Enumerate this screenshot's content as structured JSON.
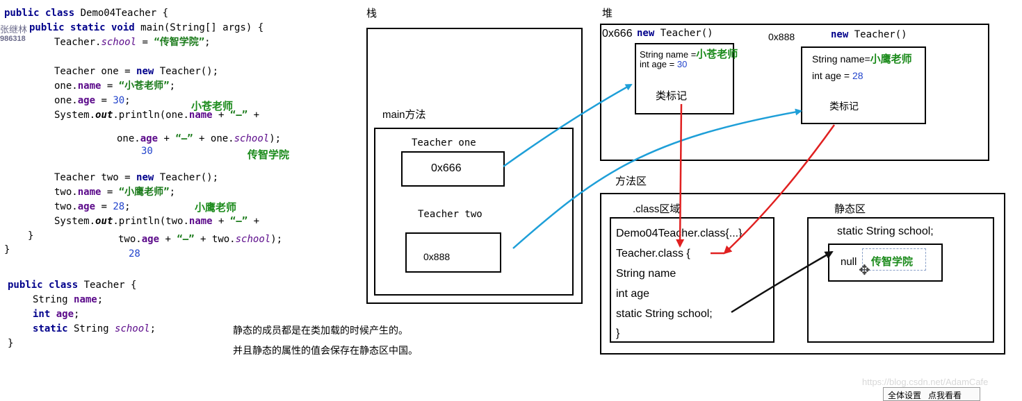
{
  "code": {
    "l1": [
      "public class",
      " Demo04Teacher {"
    ],
    "l2": [
      "public static void",
      " main(String[] args) {"
    ],
    "l3": [
      "Teacher.",
      "school",
      " = ",
      "“传智学院”",
      ";"
    ],
    "l4": [
      "Teacher one = ",
      "new",
      " Teacher();"
    ],
    "l5": [
      "one.",
      "name",
      " = ",
      "“小苍老师”",
      ";"
    ],
    "l6": [
      "one.",
      "age",
      " = ",
      "30",
      ";"
    ],
    "l7": [
      "System.",
      "out",
      ".println(one.",
      "name",
      " + ",
      "“—”",
      " +"
    ],
    "l8": [
      "one.",
      "age",
      " + ",
      "“—”",
      " + one.",
      "school",
      ");"
    ],
    "l9": [
      "Teacher two = ",
      "new",
      " Teacher();"
    ],
    "l10": [
      "two.",
      "name",
      " = ",
      "“小鹰老师”",
      ";"
    ],
    "l11": [
      "two.",
      "age",
      " = ",
      "28",
      ";"
    ],
    "l12": [
      "System.",
      "out",
      ".println(two.",
      "name",
      " + ",
      "“—”",
      " +"
    ],
    "l13": [
      "two.",
      "age",
      " + ",
      "“—”",
      " + two.",
      "school",
      ");"
    ],
    "close_inner": "}",
    "close_outer": "}",
    "t1": [
      "public class",
      " Teacher {"
    ],
    "t2": [
      "String ",
      "name",
      ";"
    ],
    "t3": [
      "int",
      " ",
      "age",
      ";"
    ],
    "t4": [
      "static",
      " String ",
      "school",
      ";"
    ],
    "t_close": "}"
  },
  "annotations": {
    "out1_name": "小苍老师",
    "out1_age": "30",
    "out1_school": "传智学院",
    "out2_name": "小鹰老师",
    "out2_age": "28",
    "note1": "静态的成员都是在类加载的时候产生的。",
    "note2": "并且静态的属性的值会保存在静态区中国。"
  },
  "watermark": {
    "name": "张继林",
    "num": "986318"
  },
  "stack": {
    "title": "栈",
    "main_label": "main方法",
    "one_label": "Teacher one",
    "one_value": "0x666",
    "two_label": "Teacher two",
    "two_value": "0x888"
  },
  "heap": {
    "title": "堆",
    "addr1": "0x666",
    "new_kw": "new",
    "ctor": " Teacher()",
    "addr2": "0x888",
    "obj1": {
      "name_field": "String name =",
      "name_val": "小苍老师",
      "age_field": "int age = ",
      "age_val": "30",
      "class_mark": "类标记"
    },
    "obj2": {
      "name_field": "String name=",
      "name_val": "小鹰老师",
      "age_field": "int age = ",
      "age_val": "28",
      "class_mark": "类标记"
    }
  },
  "method_area": {
    "title": "方法区",
    "class_area_label": ".class区域",
    "class_lines": [
      "Demo04Teacher.class{...}",
      "Teacher.class {",
      "String name",
      "int age",
      "static String school;",
      "}"
    ],
    "static_area_label": "静态区",
    "static_decl": "static String school;",
    "static_null": "null",
    "static_value": "传智学院"
  },
  "footer": {
    "url": "https://blog.csdn.net/AdamCafe",
    "btn": "全体设置   点我看看"
  },
  "colors": {
    "blue_arrow": "#1e9fd8",
    "red_arrow": "#e02020",
    "green_text": "#1a8a1a"
  }
}
